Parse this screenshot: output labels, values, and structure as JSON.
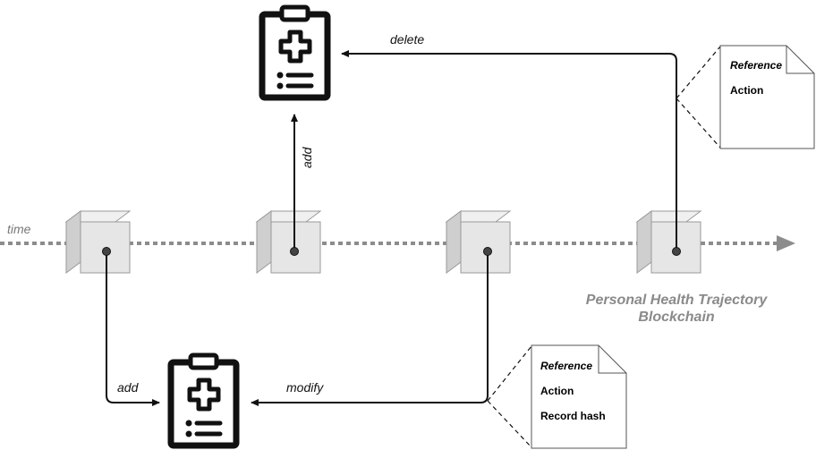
{
  "timeline": {
    "label": "time"
  },
  "chain": {
    "title_line1": "Personal Health Trajectory",
    "title_line2": "Blockchain"
  },
  "edges": {
    "add_bottom": "add",
    "add_top": "add",
    "modify": "modify",
    "delete": "delete"
  },
  "notes": {
    "top": {
      "line1": "Reference",
      "line2": "Action"
    },
    "bottom": {
      "line1": "Reference",
      "line2": "Action",
      "line3": "Record hash"
    }
  },
  "icons": {
    "record": "medical-clipboard-icon",
    "block": "cube-icon"
  },
  "colors": {
    "timeline": "#8c8c8c",
    "stroke": "#111111",
    "cube_face": "#e6e6e6",
    "cube_side": "#cfcfcf",
    "chain_title": "#8a8a8a"
  }
}
